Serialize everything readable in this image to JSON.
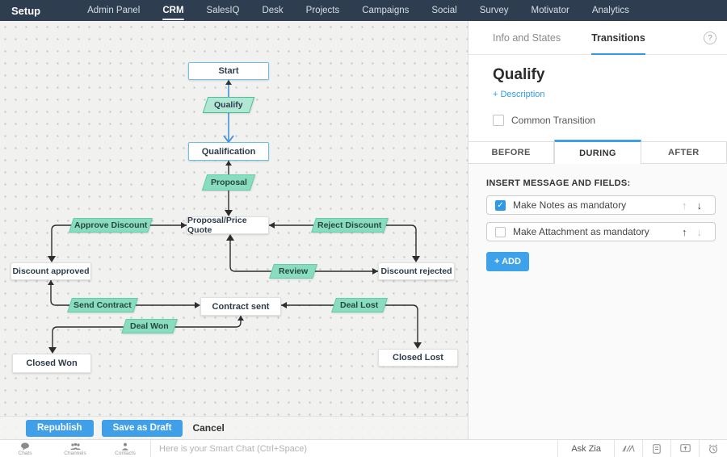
{
  "navbar": {
    "brand": "Setup",
    "items": [
      {
        "label": "Admin Panel",
        "active": false
      },
      {
        "label": "CRM",
        "active": true
      },
      {
        "label": "SalesIQ",
        "active": false
      },
      {
        "label": "Desk",
        "active": false
      },
      {
        "label": "Projects",
        "active": false
      },
      {
        "label": "Campaigns",
        "active": false
      },
      {
        "label": "Social",
        "active": false
      },
      {
        "label": "Survey",
        "active": false
      },
      {
        "label": "Motivator",
        "active": false
      },
      {
        "label": "Analytics",
        "active": false
      }
    ]
  },
  "canvas": {
    "states": [
      {
        "label": "Start"
      },
      {
        "label": "Qualification"
      },
      {
        "label": "Proposal/Price Quote"
      },
      {
        "label": "Discount approved"
      },
      {
        "label": "Discount rejected"
      },
      {
        "label": "Contract sent"
      },
      {
        "label": "Closed Won"
      },
      {
        "label": "Closed Lost"
      }
    ],
    "transitions": [
      {
        "label": "Qualify",
        "selected": true
      },
      {
        "label": "Proposal",
        "selected": false
      },
      {
        "label": "Approve Discount",
        "selected": false
      },
      {
        "label": "Reject Discount",
        "selected": false
      },
      {
        "label": "Review",
        "selected": false
      },
      {
        "label": "Send Contract",
        "selected": false
      },
      {
        "label": "Deal Won",
        "selected": false
      },
      {
        "label": "Deal Lost",
        "selected": false
      }
    ],
    "actions": {
      "republish": "Republish",
      "save_draft": "Save as Draft",
      "cancel": "Cancel"
    }
  },
  "panel": {
    "tabs": [
      {
        "label": "Info and States",
        "active": false
      },
      {
        "label": "Transitions",
        "active": true
      }
    ],
    "title": "Qualify",
    "description_link": "+ Description",
    "common_transition": {
      "label": "Common Transition",
      "checked": false
    },
    "phase_tabs": [
      {
        "label": "BEFORE",
        "active": false
      },
      {
        "label": "DURING",
        "active": true
      },
      {
        "label": "AFTER",
        "active": false
      }
    ],
    "section_label": "INSERT MESSAGE AND FIELDS:",
    "items": [
      {
        "label": "Make Notes as mandatory",
        "checked": true,
        "up_enabled": false,
        "down_enabled": true
      },
      {
        "label": "Make Attachment as mandatory",
        "checked": false,
        "up_enabled": true,
        "down_enabled": false
      }
    ],
    "add_button": "+ ADD"
  },
  "chatbar": {
    "tools": [
      {
        "label": "Chats"
      },
      {
        "label": "Channels"
      },
      {
        "label": "Contacts"
      }
    ],
    "placeholder": "Here is your Smart Chat (Ctrl+Space)",
    "ask_zia": "Ask Zia"
  },
  "icons": {
    "up": "↑",
    "down": "↓",
    "check": "✓",
    "help": "?"
  },
  "colors": {
    "navbar_bg": "#2e3e50",
    "accent_blue": "#3f9fe8",
    "link_blue": "#2e9ce4",
    "transition_fill": "#89dcc0",
    "transition_selected_fill": "#b2e7d3",
    "entry_state_border": "#6ac0e8",
    "connector": "#2d2d2d",
    "selected_connector": "#4491d9"
  }
}
